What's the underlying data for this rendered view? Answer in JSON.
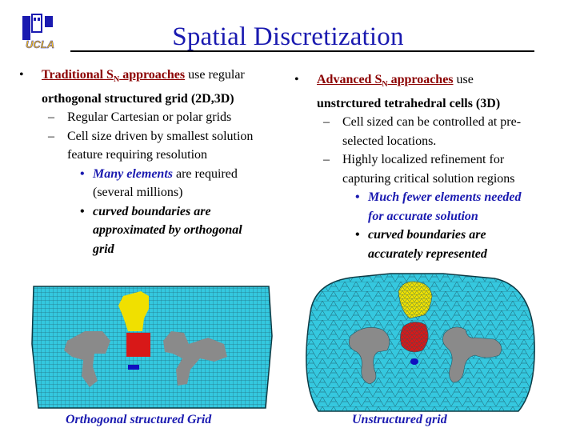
{
  "header": {
    "title": "Spatial Discretization",
    "logo_text": "UCLA"
  },
  "left": {
    "bullet_marker": "•",
    "lead_pre": "Traditional S",
    "lead_sub": "N",
    "lead_post": " approaches",
    "lead_rest": " use regular",
    "line2": "orthogonal structured grid (2D,3D)",
    "sub_marker": "–",
    "sub1": "Regular Cartesian or polar grids",
    "sub2_line1": "Cell size driven by smallest solution",
    "sub2_line2": "feature requiring resolution",
    "dot_marker": "•",
    "dot1_em": "Many elements",
    "dot1_rest": " are required",
    "dot1_line2": "(several millions)",
    "dot2_line1": " curved boundaries are",
    "dot2_line2": "approximated by orthogonal",
    "dot2_line3": "grid"
  },
  "right": {
    "bullet_marker": "•",
    "lead_pre": "Advanced S",
    "lead_sub": "N",
    "lead_post": " approaches",
    "lead_rest": " use",
    "line2": "unstrctured tetrahedral cells (3D)",
    "sub_marker": "–",
    "sub1_line1": "Cell sized can be controlled at pre-",
    "sub1_line2": "selected locations.",
    "sub2_line1": "Highly localized refinement for",
    "sub2_line2": "capturing critical solution regions",
    "dot_marker": "•",
    "dot1_line1": "Much fewer elements needed",
    "dot1_line2": "for accurate solution",
    "dot2_line1": " curved boundaries are",
    "dot2_line2": "accurately represented"
  },
  "captions": {
    "left": "Orthogonal structured  Grid",
    "right": "Unstructured grid"
  },
  "colors": {
    "title": "#1a1ab0",
    "lead": "#8b0000",
    "mesh_fill": "#35c8df",
    "bone": "#8a8a8a",
    "yellow_region": "#f0e000",
    "red_region": "#d81818",
    "blue_region": "#1010c0"
  }
}
